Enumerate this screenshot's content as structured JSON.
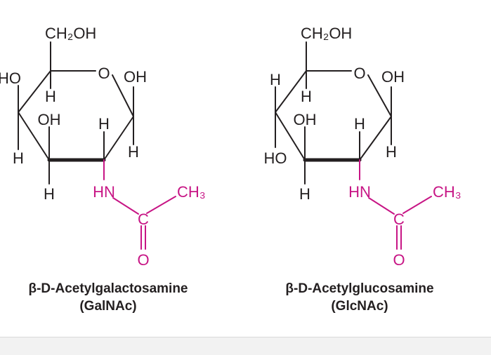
{
  "colors": {
    "ink": "#231f20",
    "accent": "#c71585"
  },
  "structures": [
    {
      "name": "galnac",
      "ch2oh": "CH₂OH",
      "ring_o": "O",
      "c1_oh": "OH",
      "c1_h": "H",
      "c2_h": "H",
      "c2_group": "HN",
      "c3_oh": "OH",
      "c3_h": "H",
      "c4_upper": "HO",
      "c4_lower": "H",
      "c5_h": "H",
      "carbonyl_c": "C",
      "carbonyl_o": "O",
      "methyl": "CH₃",
      "caption_line1": "β-D-Acetylgalactosamine",
      "caption_line2": "(GalNAc)"
    },
    {
      "name": "glcnac",
      "ch2oh": "CH₂OH",
      "ring_o": "O",
      "c1_oh": "OH",
      "c1_h": "H",
      "c2_h": "H",
      "c2_group": "HN",
      "c3_oh": "OH",
      "c3_h": "H",
      "c4_upper": "H",
      "c4_lower": "HO",
      "c5_h": "H",
      "carbonyl_c": "C",
      "carbonyl_o": "O",
      "methyl": "CH₃",
      "caption_line1": "β-D-Acetylglucosamine",
      "caption_line2": "(GlcNAc)"
    }
  ]
}
